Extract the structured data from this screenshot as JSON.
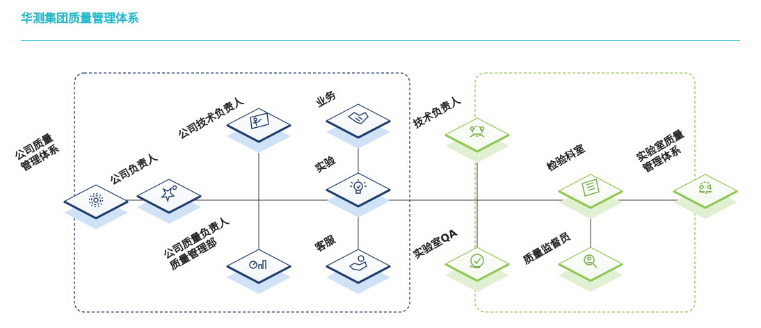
{
  "page": {
    "title": "华测集团质量管理体系"
  },
  "colors": {
    "title": "#1cb8c9",
    "blue_group": "#1d3a6b",
    "green_group": "#8cc850",
    "line": "#333333"
  },
  "nodes": {
    "group_qms": {
      "label": "公司质量\n管理体系",
      "icon": "gear-cog-icon"
    },
    "company_head": {
      "label": "公司负责人",
      "icon": "star-burst-person-icon"
    },
    "tech_head": {
      "label": "公司技术负责人",
      "icon": "presentation-board-icon"
    },
    "business": {
      "label": "业务",
      "icon": "handshake-icon"
    },
    "lab": {
      "label": "实验",
      "icon": "lightbulb-icon"
    },
    "quality_head": {
      "label": "公司质量负责人\n质量管理部",
      "icon": "gauge-bars-icon"
    },
    "customer_service": {
      "label": "客服",
      "icon": "hand-coins-icon"
    },
    "lab_tech_head": {
      "label": "技术负责人",
      "icon": "team-gear-icon"
    },
    "lab_qa": {
      "label": "实验室QA",
      "icon": "hand-check-icon"
    },
    "inspection_dept": {
      "label": "检验科室",
      "icon": "clipboard-checklist-icon"
    },
    "quality_supervisor": {
      "label": "质量监督员",
      "icon": "magnifier-person-icon"
    },
    "lab_qms": {
      "label": "实验室质量\n管理体系",
      "icon": "gears-people-icon"
    }
  }
}
